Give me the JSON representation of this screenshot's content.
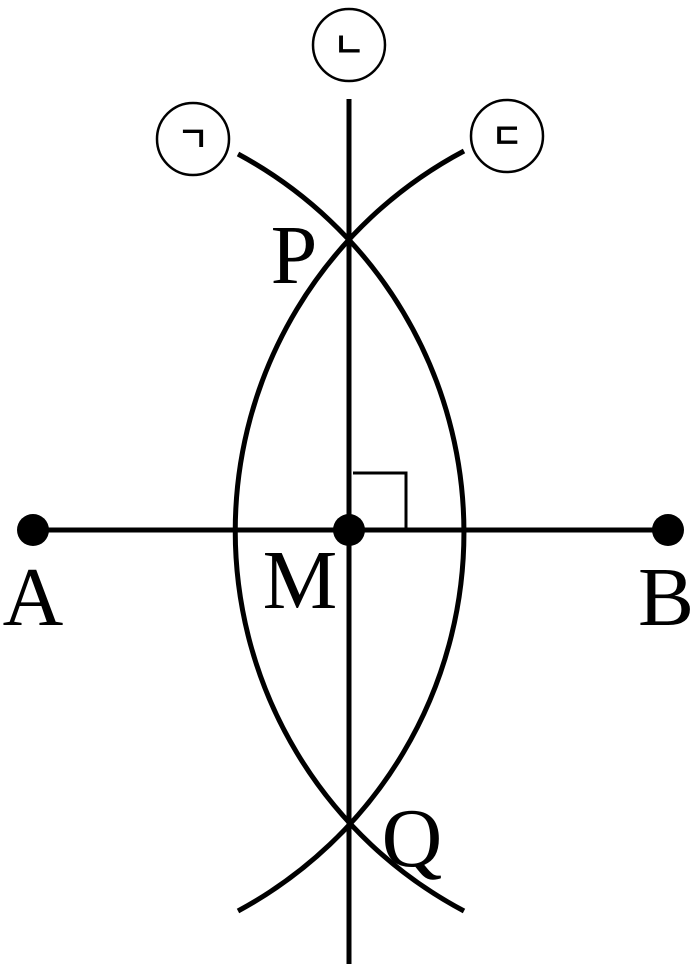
{
  "points": {
    "A": "A",
    "B": "B",
    "M": "M",
    "P": "P",
    "Q": "Q"
  },
  "steps": {
    "first": "ㄱ",
    "second": "ㄴ",
    "third": "ㄷ"
  },
  "colors": {
    "stroke": "#000000",
    "background": "#ffffff"
  }
}
